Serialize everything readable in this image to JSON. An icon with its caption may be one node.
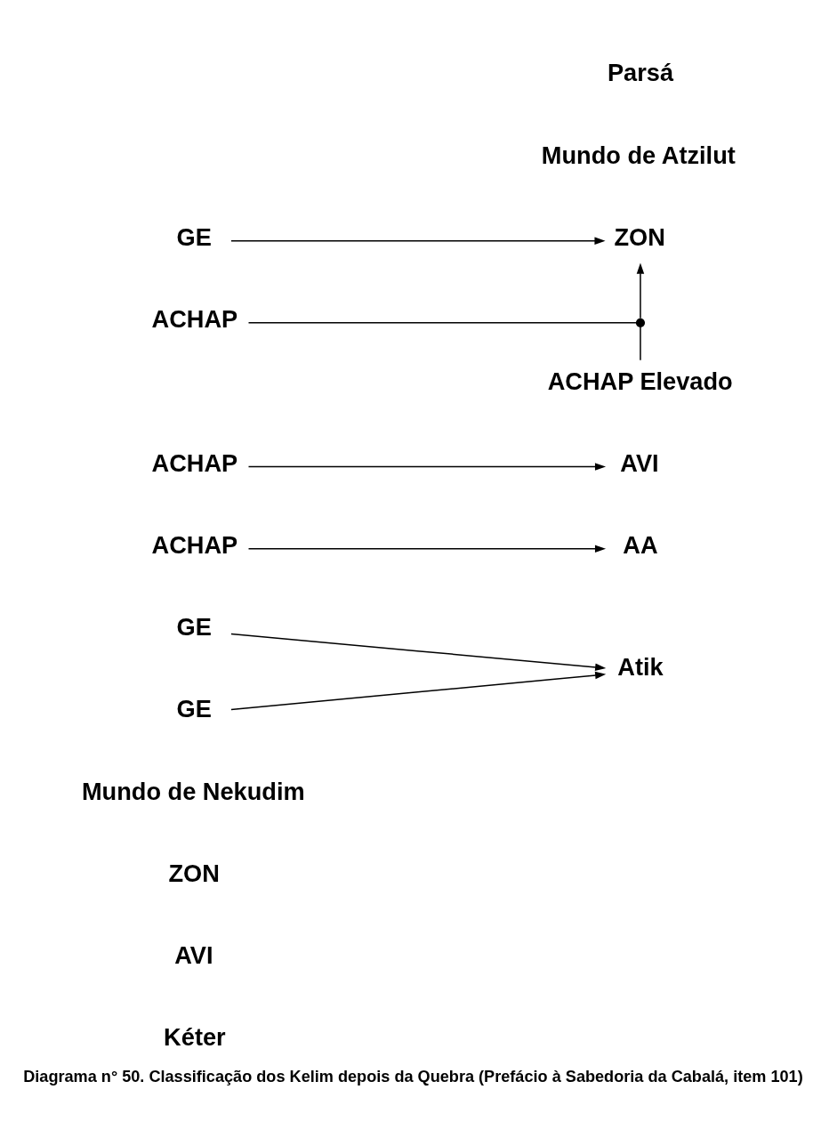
{
  "diagram": {
    "caption": "Diagrama n° 50. Classificação dos Kelim depois da Quebra (Prefácio à Sabedoria da Cabalá, item 101)",
    "nodes": [
      {
        "text": [
          "GE"
        ]
      },
      {
        "text": [
          "ACHAP"
        ]
      },
      {
        "text": [
          "GE"
        ]
      },
      {
        "text": [
          "ACHAP"
        ]
      },
      {
        "text": [
          "GE"
        ]
      },
      {
        "text": [
          "ACHAP"
        ]
      },
      {
        "text": [
          "Atik"
        ]
      },
      {
        "text": [
          "AA"
        ]
      },
      {
        "text": [
          "AVI"
        ]
      },
      {
        "text": [
          "ZON"
        ]
      },
      {
        "text": [],
        "shape": "circle"
      },
      {
        "text": [
          "ACHAP Elevado"
        ]
      }
    ],
    "edges": [
      {
        "from": 0,
        "to": 6,
        "arrow": "to"
      },
      {
        "from": 1,
        "to": 7,
        "arrow": "to"
      },
      {
        "from": 2,
        "to": 6,
        "arrow": "to"
      },
      {
        "from": 3,
        "to": 8,
        "arrow": "to"
      },
      {
        "from": 4,
        "to": 9,
        "arrow": "to"
      },
      {
        "from": 5,
        "to": 10,
        "arrow": "none"
      },
      {
        "from": 10,
        "to": 9,
        "arrow": "to"
      },
      {
        "from": 11,
        "to": 10,
        "arrow": "none"
      }
    ],
    "labels": [
      "Mundo de Nekudim",
      "Mundo de Atzilut",
      "Kéter",
      "AVI",
      "ZON",
      "Parsá"
    ]
  }
}
